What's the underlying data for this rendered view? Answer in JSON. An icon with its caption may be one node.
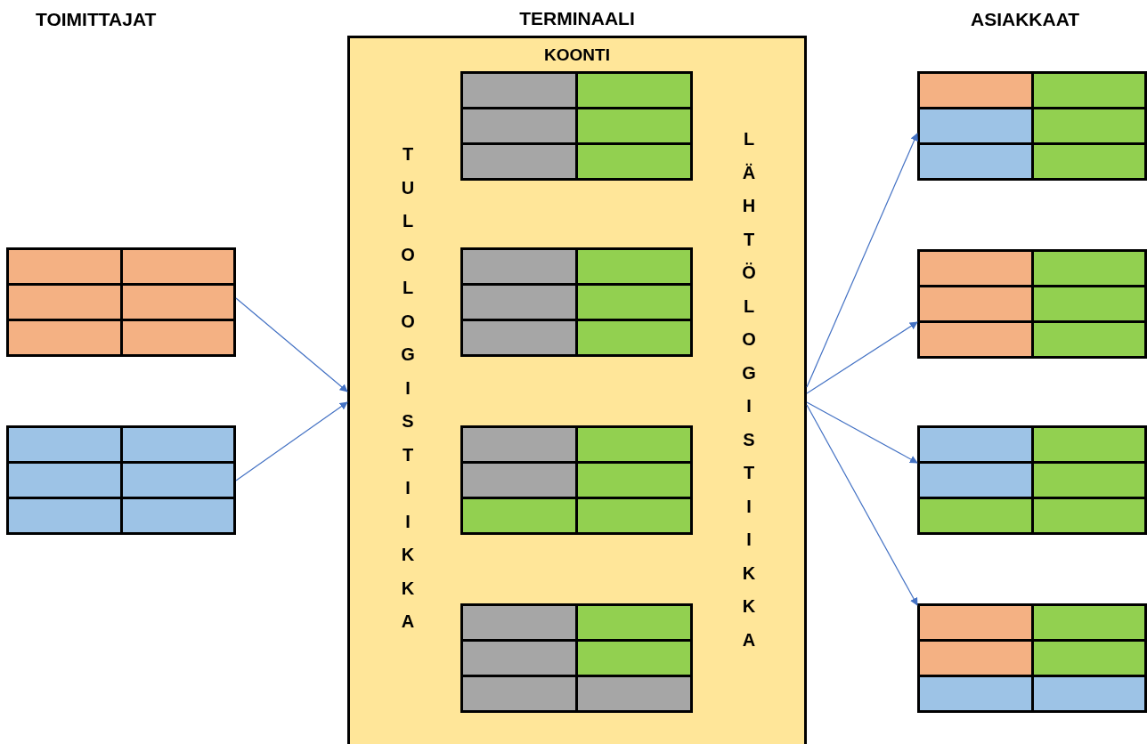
{
  "diagram": {
    "nodes": [
      {
        "text": [],
        "shape": "box"
      },
      {
        "text": [],
        "shape": "box"
      },
      {
        "text": [
          "TERMINAALI",
          "KOONTI",
          "TULOLOGISTIIKKA",
          "LÄHTÖLOGISTIIKKA"
        ]
      },
      {
        "text": [],
        "shape": "box",
        "in": 2
      },
      {
        "text": [],
        "shape": "box",
        "in": 2
      },
      {
        "text": [],
        "shape": "box",
        "in": 2
      },
      {
        "text": [],
        "shape": "box",
        "in": 2
      },
      {
        "text": [],
        "shape": "box"
      },
      {
        "text": [],
        "shape": "box"
      },
      {
        "text": [],
        "shape": "box"
      },
      {
        "text": [],
        "shape": "box"
      }
    ],
    "edges": [
      {
        "from": 0,
        "to": 2,
        "arrow": "to"
      },
      {
        "from": 1,
        "to": 2,
        "arrow": "to"
      },
      {
        "from": 2,
        "to": 7,
        "arrow": "to"
      },
      {
        "from": 2,
        "to": 8,
        "arrow": "to"
      },
      {
        "from": 2,
        "to": 9,
        "arrow": "to"
      },
      {
        "from": 2,
        "to": 10,
        "arrow": "to"
      }
    ],
    "labels": [
      "TOIMITTAJAT",
      "ASIAKKAAT"
    ]
  }
}
